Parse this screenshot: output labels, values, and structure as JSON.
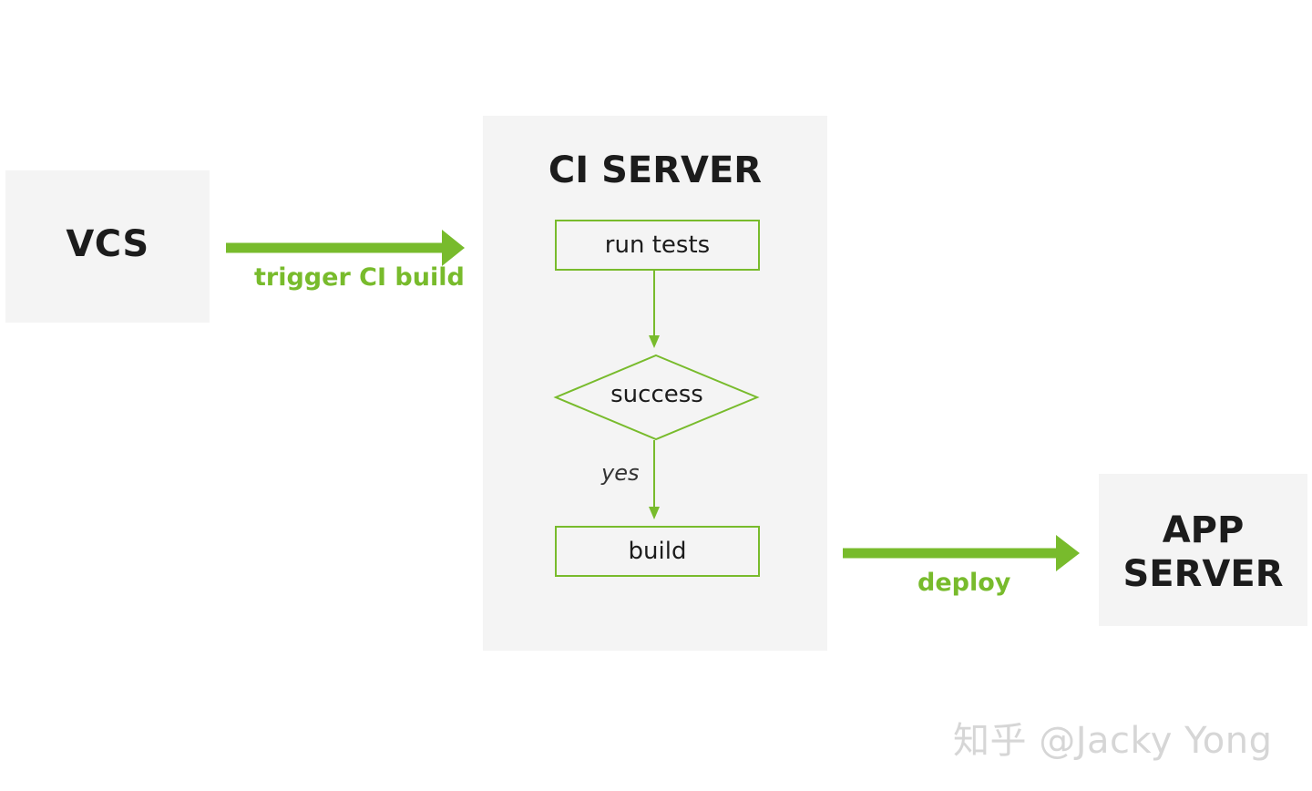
{
  "nodes": {
    "vcs": {
      "label": "VCS"
    },
    "ci_server": {
      "label": "CI SERVER",
      "steps": {
        "run_tests": "run tests",
        "success": "success",
        "yes": "yes",
        "build": "build"
      }
    },
    "app_server": {
      "label_line1": "APP",
      "label_line2": "SERVER"
    }
  },
  "edges": {
    "trigger": "trigger CI build",
    "deploy": "deploy"
  },
  "watermark": "知乎 @Jacky Yong",
  "colors": {
    "accent": "#78bb2c",
    "box_bg": "#f4f4f4",
    "text": "#1c1c1c",
    "watermark": "#d6d6d6"
  }
}
